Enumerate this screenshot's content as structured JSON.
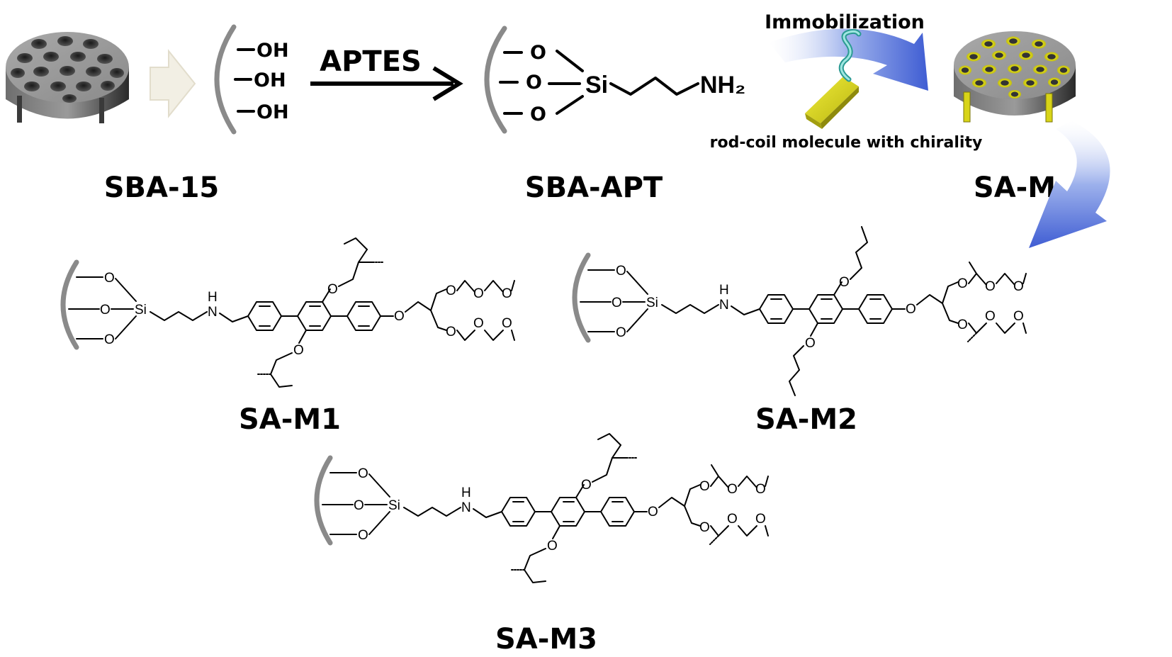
{
  "labels": {
    "sba15": "SBA-15",
    "aptes": "APTES",
    "sba_apt": "SBA-APT",
    "immobilization": "Immobilization",
    "rod_coil": "rod-coil molecule with chirality",
    "sa_m": "SA-M",
    "sa_m1": "SA-M1",
    "sa_m2": "SA-M2",
    "sa_m3": "SA-M3"
  },
  "atoms": {
    "oh": "OH",
    "o": "O",
    "si": "Si",
    "nh2": "NH₂",
    "n": "N",
    "h": "H"
  },
  "colors": {
    "arrow_blue": "#3a5bd0",
    "rod_yellow": "#e0dc18",
    "wall_gray": "#8a8a8a",
    "hollow_arrow": "#f2efe4"
  }
}
